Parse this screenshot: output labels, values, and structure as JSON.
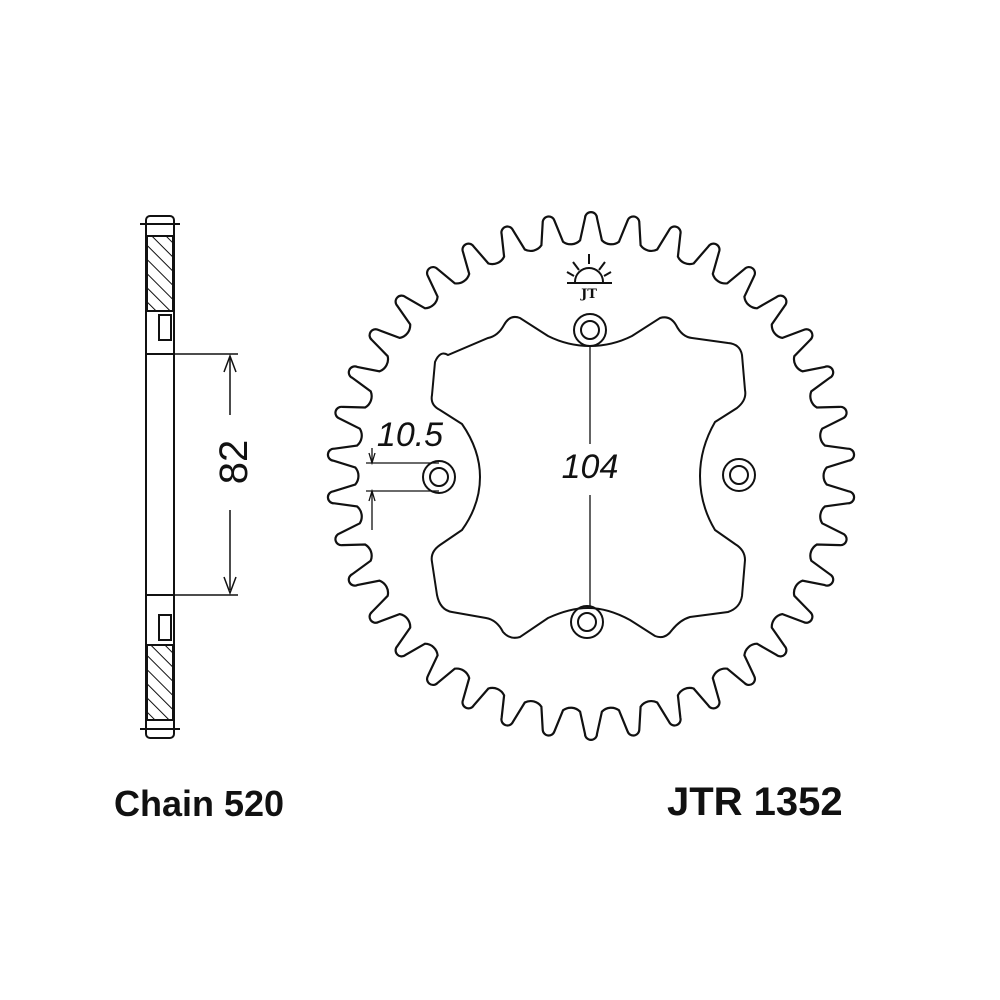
{
  "title": "JTR 1352",
  "chain": "Chain 520",
  "dimensions": {
    "center_bore": "82",
    "bolt_circle": "104",
    "bolt_hole": "10.5"
  },
  "sprocket": {
    "teeth": 38,
    "bolt_holes": 4
  },
  "colors": {
    "line": "#111111",
    "background": "#ffffff"
  }
}
